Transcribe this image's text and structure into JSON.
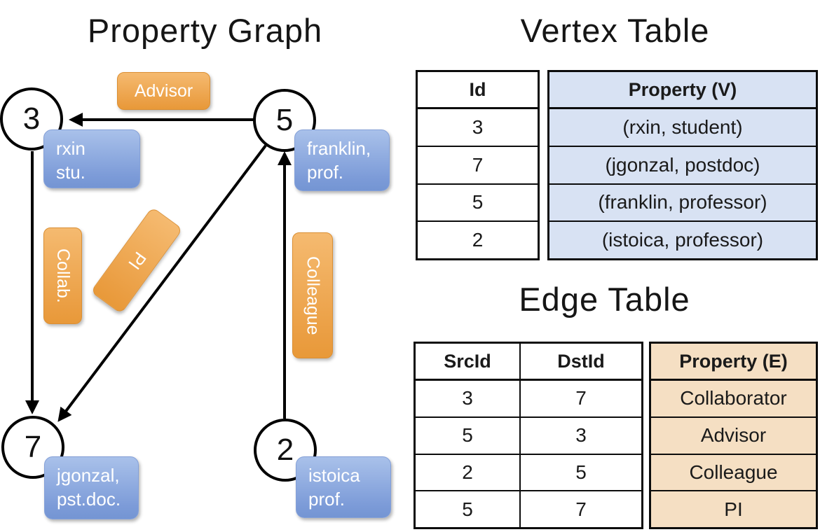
{
  "titles": {
    "graph": "Property Graph",
    "vertex_table": "Vertex Table",
    "edge_table": "Edge Table"
  },
  "graph": {
    "nodes": [
      {
        "id": "3",
        "property": [
          "rxin",
          "stu."
        ]
      },
      {
        "id": "5",
        "property": [
          "franklin,",
          "prof."
        ]
      },
      {
        "id": "7",
        "property": [
          "jgonzal,",
          "pst.doc."
        ]
      },
      {
        "id": "2",
        "property": [
          "istoica",
          "prof."
        ]
      }
    ],
    "edge_labels": {
      "advisor": "Advisor",
      "collab": "Collab.",
      "pi": "PI",
      "colleague": "Colleague"
    }
  },
  "vertex_table": {
    "headers": {
      "id": "Id",
      "property": "Property (V)"
    },
    "rows": [
      {
        "id": "3",
        "property": "(rxin, student)"
      },
      {
        "id": "7",
        "property": "(jgonzal, postdoc)"
      },
      {
        "id": "5",
        "property": "(franklin, professor)"
      },
      {
        "id": "2",
        "property": "(istoica, professor)"
      }
    ]
  },
  "edge_table": {
    "headers": {
      "src": "SrcId",
      "dst": "DstId",
      "property": "Property (E)"
    },
    "rows": [
      {
        "src": "3",
        "dst": "7",
        "property": "Collaborator"
      },
      {
        "src": "5",
        "dst": "3",
        "property": "Advisor"
      },
      {
        "src": "2",
        "dst": "5",
        "property": "Colleague"
      },
      {
        "src": "5",
        "dst": "7",
        "property": "PI"
      }
    ]
  },
  "colors": {
    "edge_label_orange": "#EA9D41",
    "vertex_property_blue": "#7C9BD8",
    "vertex_table_fill": "#D8E2F3",
    "edge_table_fill": "#F5DFC3",
    "line_black": "#000000"
  }
}
